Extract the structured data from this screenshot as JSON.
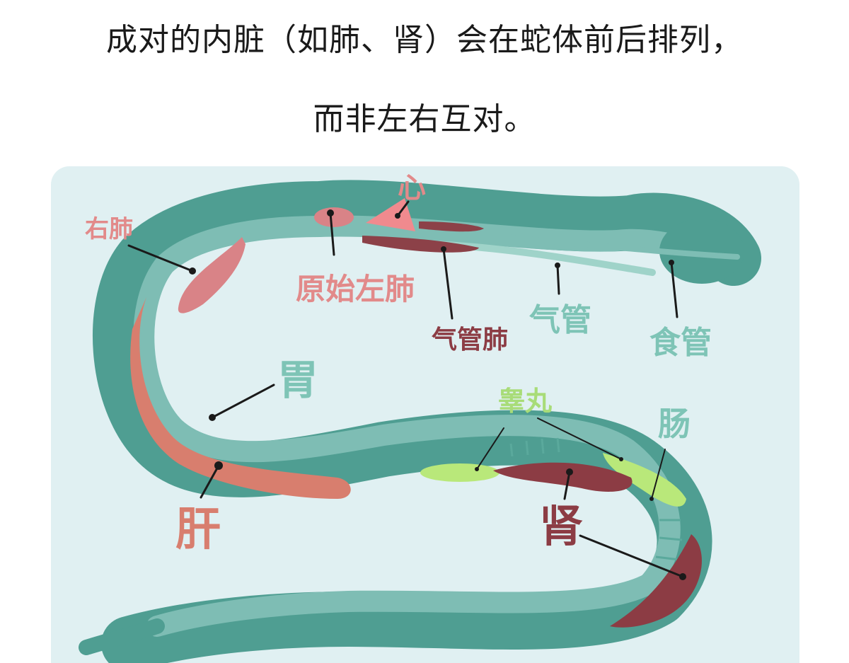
{
  "caption": {
    "line1": "成对的内脏（如肺、肾）会在蛇体前后排列，",
    "line2": "而非左右互对。"
  },
  "diagram": {
    "labels": {
      "heart": "心",
      "right_lung": "右肺",
      "primitive_left_lung": "原始左肺",
      "tracheal_lung": "气管肺",
      "trachea": "气管",
      "esophagus": "食管",
      "stomach": "胃",
      "liver": "肝",
      "testes": "睾丸",
      "intestine": "肠",
      "kidney": "肾"
    },
    "colors": {
      "background": "#e0f0f2",
      "snake_outer": "#4f9e92",
      "snake_inner": "#7ebdb4",
      "heart": "#f08a8e",
      "lung": "#d98387",
      "tracheal_lung": "#8c4148",
      "liver": "#d87e6e",
      "testes": "#b9e87a",
      "kidney": "#8c3c44",
      "label_pink": "#e28a8a",
      "label_teal": "#7ec4b6",
      "label_maroon": "#8c3c44",
      "label_green": "#a8dc78",
      "label_orange": "#d87e6e"
    }
  }
}
